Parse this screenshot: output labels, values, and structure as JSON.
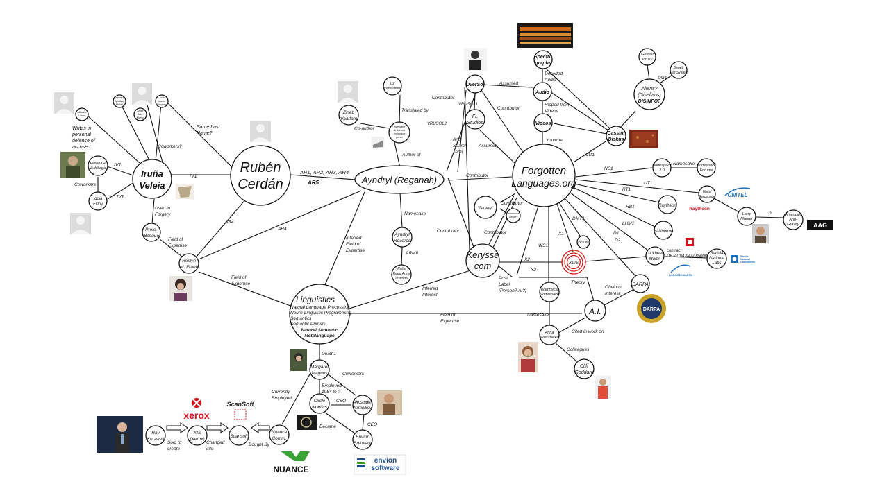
{
  "nodes": {
    "ruben": [
      "Rubén",
      "Cerdán"
    ],
    "ayndryl": [
      "Ayndryl (Reganah)"
    ],
    "forgotten": [
      "Forgotten",
      "Languages.org"
    ],
    "irun": [
      "Iruña",
      "Veleia"
    ],
    "kerysse": [
      "Kerysse",
      "com"
    ],
    "linguistics": [
      "Linguistics"
    ],
    "linguistics_topics": [
      "Natural Language Processing",
      "Neuro-Linguistic Programming",
      "Semantics",
      "Semantic Primals"
    ],
    "nsm": [
      "Natural Semantic",
      "Metalanguage"
    ],
    "oversol": [
      "OverSol"
    ],
    "audio": [
      "Audio"
    ],
    "videos": [
      "Videos"
    ],
    "spectro": [
      "Spectro",
      "graphs"
    ],
    "cassini": [
      "Cassini",
      "Diskus"
    ],
    "aliens": [
      "Aliens?",
      "(Giselians)",
      "DISINFO?"
    ],
    "gemini": [
      "Gemini",
      "Virus?"
    ],
    "denebstar": [
      "Deneb",
      "Star System"
    ],
    "fl_studios": [
      "FL",
      "Studios"
    ],
    "nodespace2": [
      "Nodespace",
      "2.0"
    ],
    "nodespace_forums": [
      "Nodespace",
      "Forums"
    ],
    "unitel": [
      "Unitel",
      "Aerospace"
    ],
    "raytheon": [
      "Raytheon"
    ],
    "halliburton": [
      "Halliburton"
    ],
    "lockheed": [
      "Lockheed",
      "Martin"
    ],
    "sandia": [
      "Sandia",
      "National",
      "Labs"
    ],
    "darpa": [
      "DARPA"
    ],
    "ai": [
      "A.I."
    ],
    "xvis": [
      "XVIS"
    ],
    "wsdm": [
      "WSDM"
    ],
    "wierz_node": [
      "Wierzbicki",
      "Nodespace"
    ],
    "anna": [
      "Anna",
      "Wierzbicka"
    ],
    "cliff": [
      "Cliff",
      "Goddard"
    ],
    "larry": [
      "Larry",
      "Maurer"
    ],
    "american_anti": [
      "American",
      "Anti-",
      "Gravity"
    ],
    "direne": [
      "\"Direne\""
    ],
    "annexonia": [
      "Annexonia",
      "Cleoxe?"
    ],
    "ayndryl_rec": [
      "Ayndryl",
      "Records"
    ],
    "walter": [
      "Walter",
      "Reed Army",
      "Institute"
    ],
    "zineb": [
      "Zineb",
      "Vaarlam"
    ],
    "uz_trans": [
      "UZ",
      "Translations"
    ],
    "inventory": [
      "Inventaire",
      "de lecture",
      "en langue",
      "perse"
    ],
    "roslyn": [
      "Roslyn",
      "M. Frank"
    ],
    "protobasque": [
      "Proto-",
      "Basque"
    ],
    "eliseo": [
      "Eliseo Gil",
      "Zubillaga"
    ],
    "idoia": [
      "Idoia",
      "Filloy"
    ],
    "idibaldo": [
      "Idibaldo",
      "Llarra"
    ],
    "small_a": [
      "Fernando",
      "Apellániz",
      "Mohen"
    ],
    "small_b": [
      "Ander",
      "Adoz",
      "Abaitua"
    ],
    "small_c": [
      "Juan",
      "Martín",
      "Elexpuru"
    ],
    "margaret": [
      "Margaret",
      "Magnus"
    ],
    "circle": [
      "Circle",
      "Noetics"
    ],
    "alexander": [
      "Alexander",
      "Nizhnikov"
    ],
    "envion_sw": [
      "Envion",
      "Software"
    ],
    "nuance": [
      "Nuance",
      "Comm."
    ],
    "scansoft": [
      "Scansoft"
    ],
    "xis": [
      "XIS",
      "(Xerox)"
    ],
    "ray": [
      "Ray",
      "Kurzweil"
    ]
  },
  "edge_labels": {
    "ar_main": "AR1, AR2, AR3, AR4",
    "ar5": "AR5",
    "iv1_a": "IV1",
    "iv1_b": "IV1",
    "iv1_c": "IV1",
    "coworkers_irun": "Coworkers",
    "writes_defense": [
      "Writes in",
      "personal",
      "defense of",
      "accused"
    ],
    "coworkers_q": "Coworkers?",
    "same_last_name": [
      "Same Last",
      "Name?"
    ],
    "used_forgery": [
      "Used in",
      "Forgery"
    ],
    "field_expertise_a": [
      "Field of",
      "Expertise"
    ],
    "ar4_a": "AR4",
    "ar4_b": "AR4",
    "field_expertise_b": [
      "Field of",
      "Expertise"
    ],
    "translated_by": "Translated by",
    "co_author": "Co-author",
    "author_of": "Author of",
    "namesake_a": "Namesake",
    "armii": "ARMII",
    "inferred_field": [
      "Inferred",
      "Field of",
      "Expertise"
    ],
    "inferred_interest": [
      "Inferred",
      "Interest"
    ],
    "contributor_a": "Contributor",
    "contributor_b": "Contributor",
    "contributor_c": "Contributor",
    "contributor_d": "Contributor",
    "contributor_e": "Contributor",
    "contributor_f": "Contributor",
    "vrusol1": "VRUSOL1",
    "vrusol2": "VRUSOL2",
    "and_search": [
      "And",
      "Search",
      "Term"
    ],
    "assumed_a": "Assumed",
    "assumed_b": "Assumed",
    "decoded_audio": [
      "Decoded",
      "Audio"
    ],
    "ripped": [
      "Ripped from",
      "Videos"
    ],
    "youtube": "Youtube",
    "cd1": "CD1",
    "dg1": "DG1",
    "ns1": "NS1",
    "namesake_b": "Namesake",
    "ut1": "UT1",
    "rt1": "RT1",
    "hb1": "HB1",
    "lhm1": "LHM1",
    "d1": "D1",
    "d2": "D2",
    "dmt1": "DMT1",
    "x1": "X1",
    "ws1": "WS1",
    "x2a": "X2",
    "x2b": "X2",
    "post_label": [
      "Post",
      "Label",
      "(Person? AI?)"
    ],
    "theory": "Theory",
    "obvious": [
      "Obvious",
      "Interest"
    ],
    "contract": [
      "contract",
      "DE-AC04-94AL85000"
    ],
    "namesake_c": "Namesake",
    "cited": "Cited in work on",
    "colleagues": "Colleagues",
    "field_expertise_c": [
      "Field of",
      "Expertise"
    ],
    "q_mark": "?",
    "death1": "Death1",
    "coworkers_mm": "Coworkers",
    "employed": [
      "Employed",
      "1984 to ?"
    ],
    "currently": [
      "Currently",
      "Employed"
    ],
    "ceo_a": "CEO",
    "ceo_b": "CEO",
    "became": "Became",
    "bought_by": "Bought By",
    "changed_into": [
      "Changed",
      "into"
    ],
    "sold_create": [
      "Sold to",
      "create"
    ]
  },
  "logos": {
    "xerox": "xerox",
    "scansoft": "ScanSoft",
    "nuance": "NUANCE",
    "envion_line1": "envion",
    "envion_line2": "software",
    "unitel": "UNITEL",
    "raytheon": "Raytheon",
    "amg": "AAG",
    "darpa": "DARPA",
    "lockheed": "LOCKHEED MARTIN",
    "sandia_line1": "Sandia",
    "sandia_line2": "National",
    "sandia_line3": "Laboratories"
  },
  "colors": {
    "stroke": "#111111",
    "xvis_ring": "#d21c1c",
    "xerox_red": "#d6121f",
    "nuance_green": "#3aa335",
    "envion_blue": "#1f4e8c",
    "darpa_gold": "#c9a227",
    "unitel_blue": "#1e6fb8"
  }
}
